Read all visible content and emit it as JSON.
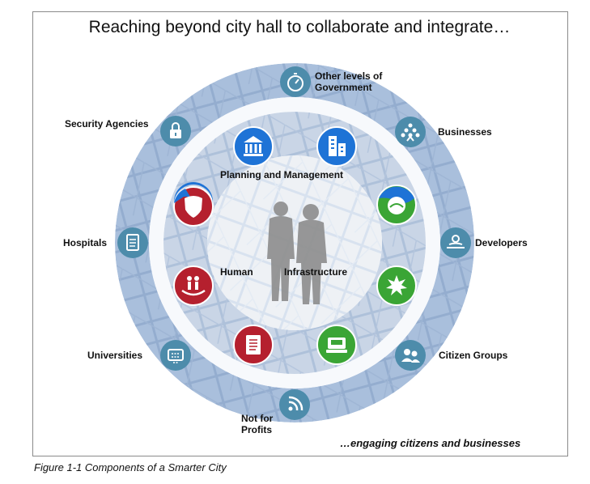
{
  "title": "Reaching beyond city hall to collaborate and integrate…",
  "outer_labels": {
    "government_line1": "Other levels of",
    "government_line2": "Government",
    "businesses": "Businesses",
    "developers": "Developers",
    "citizen_groups": "Citizen Groups",
    "not_for_profits_line1": "Not for",
    "not_for_profits_line2": "Profits",
    "universities": "Universities",
    "hospitals": "Hospitals",
    "security_agencies": "Security Agencies"
  },
  "inner_labels": {
    "planning": "Planning and Management",
    "human": "Human",
    "infrastructure": "Infrastructure"
  },
  "tagline": "…engaging citizens and businesses",
  "caption": "Figure 1-1   Components of a Smarter City",
  "colors": {
    "outer_ring": "#a9bfdc",
    "outer_icon": "#4d8cab",
    "planning_icon": "#1e73d6",
    "human_icon": "#b5202e",
    "infrastructure_icon": "#3aa535"
  },
  "icons": {
    "government": "stopwatch-icon",
    "businesses": "network-icon",
    "developers": "developer-icon",
    "citizen_groups": "people-icon",
    "not_for_profits": "rss-icon",
    "universities": "keyboard-icon",
    "hospitals": "clipboard-icon",
    "security_agencies": "padlock-icon",
    "planning_1": "government-building-icon",
    "planning_2": "office-building-icon",
    "human_1": "police-shield-icon",
    "human_2": "family-care-icon",
    "human_3": "book-icon",
    "infra_1": "globe-water-icon",
    "infra_2": "energy-icon",
    "infra_3": "transport-icon"
  }
}
